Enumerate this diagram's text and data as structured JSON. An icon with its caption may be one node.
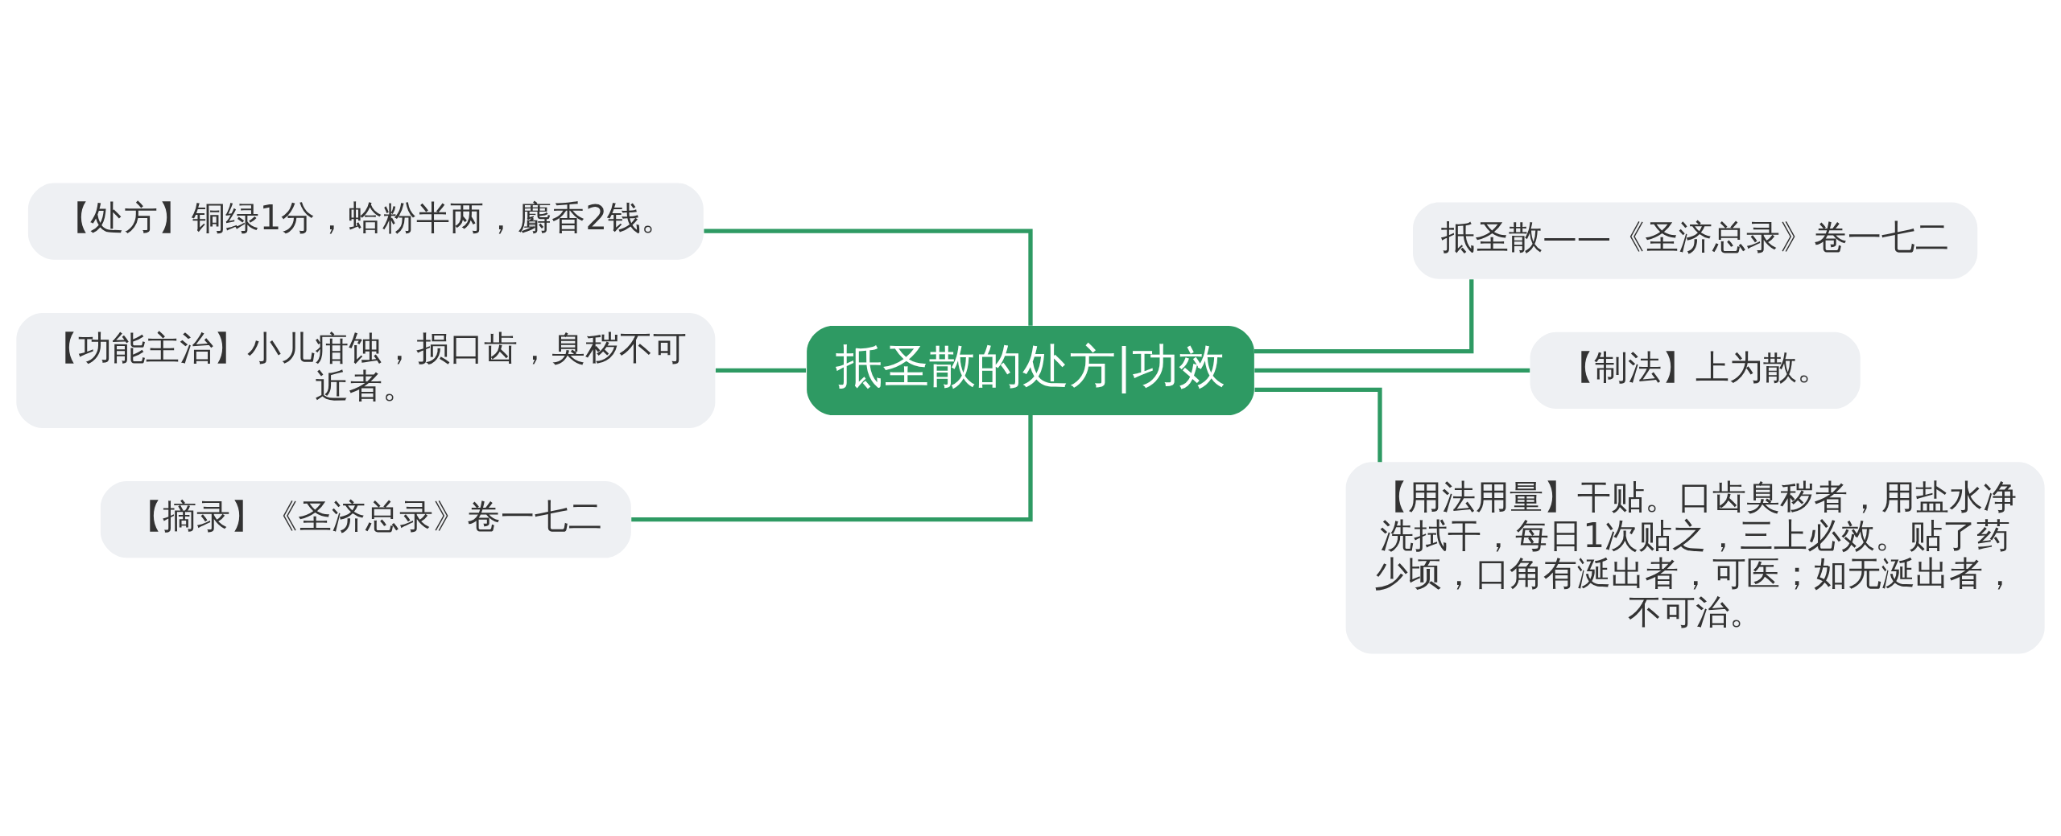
{
  "diagram": {
    "nodes": [
      {
        "text": [
          "抵圣散的处方|功效"
        ]
      },
      {
        "text": [
          "【处方】铜绿1分，蛤粉半两，麝香2钱。"
        ]
      },
      {
        "text": [
          "【功能主治】小儿疳蚀，损口齿，臭秽不可近者。"
        ]
      },
      {
        "text": [
          "【摘录】《圣济总录》卷一七二"
        ]
      },
      {
        "text": [
          "抵圣散——《圣济总录》卷一七二"
        ]
      },
      {
        "text": [
          "【制法】上为散。"
        ]
      },
      {
        "text": [
          "【用法用量】干贴。口齿臭秽者，用盐水净洗拭干，每日1次贴之，三上必效。贴了药少顷，口角有涎出者，可医；如无涎出者，不可治。"
        ]
      }
    ],
    "edges": [
      {
        "from": 0,
        "to": 1,
        "arrow": "none"
      },
      {
        "from": 0,
        "to": 2,
        "arrow": "none"
      },
      {
        "from": 0,
        "to": 3,
        "arrow": "none"
      },
      {
        "from": 0,
        "to": 4,
        "arrow": "none"
      },
      {
        "from": 0,
        "to": 5,
        "arrow": "none"
      },
      {
        "from": 0,
        "to": 6,
        "arrow": "none"
      }
    ]
  }
}
